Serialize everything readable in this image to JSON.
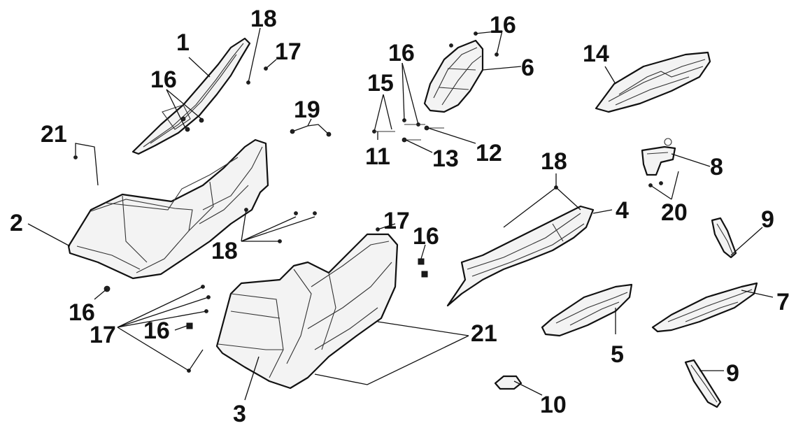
{
  "diagram": {
    "callouts": [
      {
        "id": "c1",
        "text": "1"
      },
      {
        "id": "c2",
        "text": "2"
      },
      {
        "id": "c3",
        "text": "3"
      },
      {
        "id": "c4",
        "text": "4"
      },
      {
        "id": "c5",
        "text": "5"
      },
      {
        "id": "c6",
        "text": "6"
      },
      {
        "id": "c7",
        "text": "7"
      },
      {
        "id": "c8",
        "text": "8"
      },
      {
        "id": "c9a",
        "text": "9"
      },
      {
        "id": "c9b",
        "text": "9"
      },
      {
        "id": "c10",
        "text": "10"
      },
      {
        "id": "c11",
        "text": "11"
      },
      {
        "id": "c12",
        "text": "12"
      },
      {
        "id": "c13",
        "text": "13"
      },
      {
        "id": "c14",
        "text": "14"
      },
      {
        "id": "c15",
        "text": "15"
      },
      {
        "id": "c16a",
        "text": "16"
      },
      {
        "id": "c16b",
        "text": "16"
      },
      {
        "id": "c16c",
        "text": "16"
      },
      {
        "id": "c16d",
        "text": "16"
      },
      {
        "id": "c16e",
        "text": "16"
      },
      {
        "id": "c16f",
        "text": "16"
      },
      {
        "id": "c17a",
        "text": "17"
      },
      {
        "id": "c17b",
        "text": "17"
      },
      {
        "id": "c17c",
        "text": "17"
      },
      {
        "id": "c18a",
        "text": "18"
      },
      {
        "id": "c18b",
        "text": "18"
      },
      {
        "id": "c18c",
        "text": "18"
      },
      {
        "id": "c19",
        "text": "19"
      },
      {
        "id": "c20",
        "text": "20"
      },
      {
        "id": "c21a",
        "text": "21"
      },
      {
        "id": "c21b",
        "text": "21"
      }
    ]
  }
}
